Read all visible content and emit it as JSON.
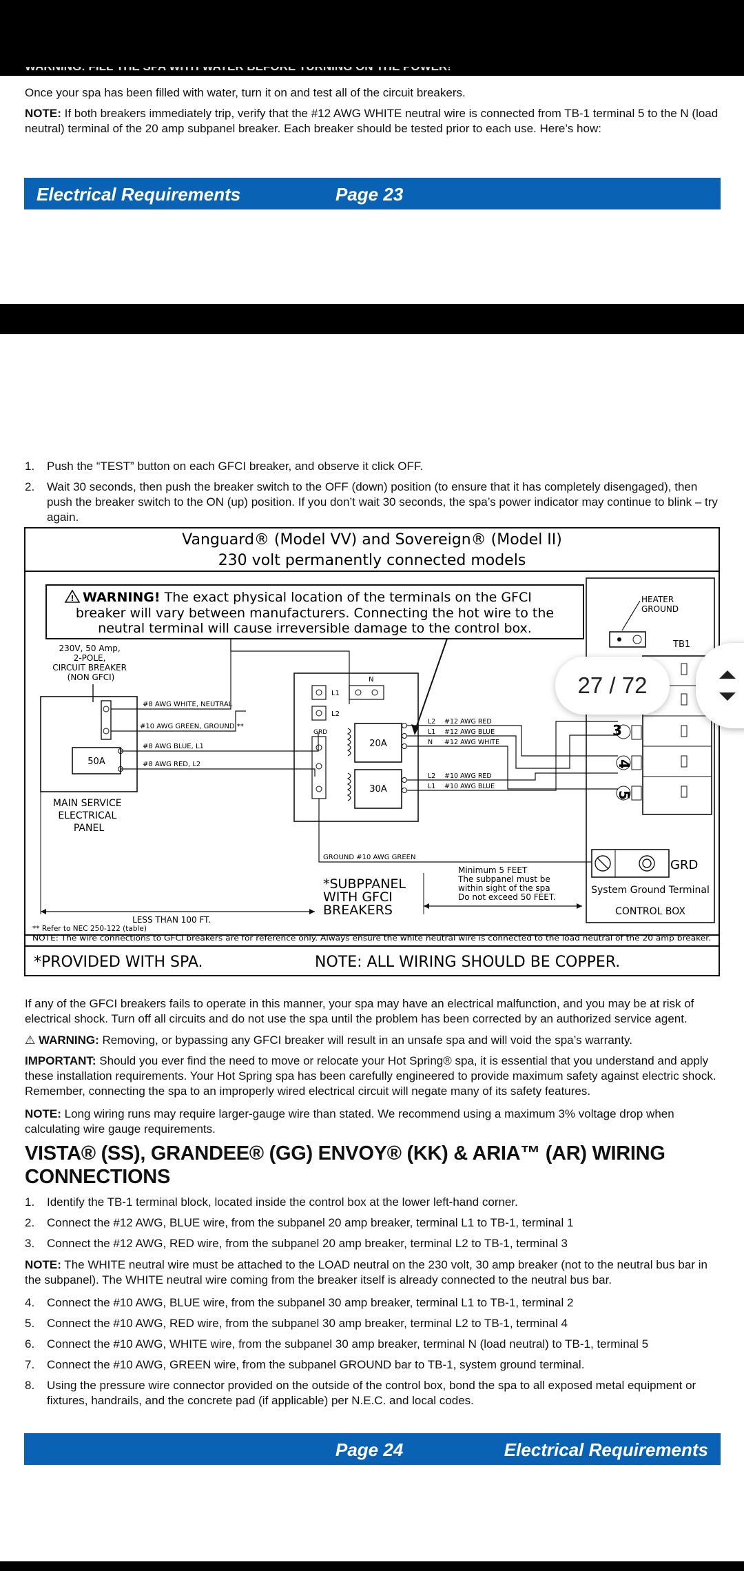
{
  "top_cut_text": "WARNING: FILL THE SPA WITH WATER BEFORE TURNING ON THE POWER!",
  "intro": {
    "line1": "Once your spa has been filled with water, turn it on and test all of the circuit breakers.",
    "note_label": "NOTE:",
    "note_text": " If both breakers immediately trip, verify that the #12 AWG WHITE neutral wire is connected from TB-1 terminal 5 to the N (load neutral) terminal of the 20 amp subpanel breaker. Each breaker should be tested prior to each use. Here’s how:"
  },
  "footer_top": {
    "left": "Electrical Requirements",
    "right": "Page 23"
  },
  "steps_top": [
    {
      "num": "1.",
      "text": "Push the “TEST” button on each GFCI breaker, and observe it click OFF."
    },
    {
      "num": "2.",
      "text": "Wait 30 seconds, then push the breaker switch to the OFF (down) position (to ensure that it has completely disengaged), then push the breaker switch to the ON (up) position. If you don’t wait 30 seconds, the spa’s power indicator may continue to blink – try again."
    }
  ],
  "diagram": {
    "title1": "Vanguard® (Model VV) and Sovereign® (Model II)",
    "title2": "230 volt permanently connected models",
    "warning_label": "WARNING!",
    "warning_line1": " The exact physical location of the terminals on the GFCI",
    "warning_line2": "breaker will vary between manufacturers. Connecting the hot wire to the",
    "warning_line3": "neutral terminal will cause irreversible damage to the control box.",
    "breaker_label": [
      "230V, 50 Amp,",
      "2-POLE,",
      "CIRCUIT BREAKER",
      "(NON GFCI)"
    ],
    "main_panel": [
      "MAIN SERVICE",
      "ELECTRICAL",
      "PANEL"
    ],
    "main_breaker": "50A",
    "wires_left": [
      "#8 AWG WHITE, NEUTRAL",
      "#10 AWG GREEN, GROUND **",
      "#8 AWG BLUE, L1",
      "#8 AWG RED, L2"
    ],
    "sub_terminals": [
      "L1",
      "L2",
      "GRD",
      "N"
    ],
    "breaker_20": "20A",
    "breaker_30": "30A",
    "wires_right": [
      {
        "term": "L2",
        "label": "#12 AWG RED"
      },
      {
        "term": "L1",
        "label": "#12 AWG BLUE"
      },
      {
        "term": "N",
        "label": "#12 AWG WHITE"
      },
      {
        "term": "L2",
        "label": "#10 AWG RED"
      },
      {
        "term": "L1",
        "label": "#10 AWG BLUE"
      }
    ],
    "ground_wire": "GROUND   #10 AWG GREEN",
    "heater_ground": [
      "HEATER",
      "GROUND"
    ],
    "tb1": "TB1",
    "tb_numbers": [
      "3",
      "4",
      "5"
    ],
    "grd": "GRD",
    "system_ground": "System Ground Terminal",
    "control_box": "CONTROL BOX",
    "subpanel": [
      "*SUBPPANEL",
      "WITH GFCI",
      "BREAKERS"
    ],
    "min_distance": [
      "Minimum 5 FEET",
      "The subpanel must be",
      "within sight of the spa",
      "Do not exceed 50 FEET."
    ],
    "less_than": "LESS THAN 100 FT.",
    "ref_nec": "** Refer to NEC 250-122 (table)",
    "note_bottom": "NOTE: The wire connections to GFCI breakers are for reference only. Always ensure the white neutral wire is connected to the load neutral of the 20 amp breaker.",
    "provided": "*PROVIDED WITH SPA.",
    "copper": "NOTE: ALL WIRING SHOULD BE COPPER."
  },
  "pager": "27 / 72",
  "after": {
    "p1": "If any of the GFCI breakers fails to operate in this manner, your spa may have an electrical malfunction, and you may be at risk of electrical shock. Turn off all circuits and do not use the spa until the problem has been corrected by an authorized service agent.",
    "warning_label": "WARNING:",
    "warning_text": " Removing, or bypassing any GFCI breaker will result in an unsafe spa and will void the spa’s warranty.",
    "important_label": "IMPORTANT:",
    "important_text": " Should you ever find the need to move or relocate your Hot Spring® spa, it is essential that you understand and apply these installation requirements. Your Hot Spring spa has been carefully engineered to provide maximum safety against electric shock. Remember, connecting the spa to an improperly wired electrical circuit will negate many of its safety features.",
    "note_label": "NOTE:",
    "note_text": " Long wiring runs may require larger-gauge wire than stated. We recommend using a maximum 3% voltage drop when calculating wire gauge requirements."
  },
  "heading": "VISTA® (SS), GRANDEE® (GG) ENVOY® (KK) & ARIA™ (AR) WIRING CONNECTIONS",
  "steps_a": [
    {
      "num": "1.",
      "text": "Identify the TB-1 terminal block, located inside the control box at the lower left-hand corner."
    },
    {
      "num": "2.",
      "text": "Connect the #12 AWG, BLUE wire, from the subpanel 20 amp breaker, terminal L1 to TB-1, terminal 1"
    },
    {
      "num": "3.",
      "text": "Connect the #12 AWG, RED wire, from the subpanel 20 amp breaker, terminal L2 to TB-1, terminal 3"
    }
  ],
  "mid_note": {
    "label": "NOTE:",
    "text": " The WHITE neutral wire must be attached to the LOAD neutral on the 230 volt, 30 amp breaker (not to the neutral bus bar in the subpanel). The WHITE neutral wire coming from the breaker itself is already connected to the neutral bus bar."
  },
  "steps_b": [
    {
      "num": "4.",
      "text": "Connect the #10 AWG, BLUE wire, from the subpanel 30 amp breaker, terminal L1 to TB-1, terminal 2"
    },
    {
      "num": "5.",
      "text": "Connect the #10 AWG, RED wire, from the subpanel 30 amp breaker, terminal L2 to TB-1, terminal 4"
    },
    {
      "num": "6.",
      "text": "Connect the #10 AWG, WHITE wire, from the subpanel 30 amp breaker, terminal N (load neutral) to TB-1, terminal 5"
    },
    {
      "num": "7.",
      "text": "Connect the #10 AWG, GREEN wire, from the subpanel GROUND bar to TB-1, system ground terminal."
    },
    {
      "num": "8.",
      "text": "Using the pressure wire connector provided on the outside of the control box, bond the spa to all exposed metal equipment or fixtures, handrails, and the concrete pad (if applicable) per N.E.C. and local codes."
    }
  ],
  "footer_bottom": {
    "left": "Page 24",
    "right": "Electrical Requirements"
  },
  "colors": {
    "banner": "#0a62b4",
    "text": "#111111"
  }
}
